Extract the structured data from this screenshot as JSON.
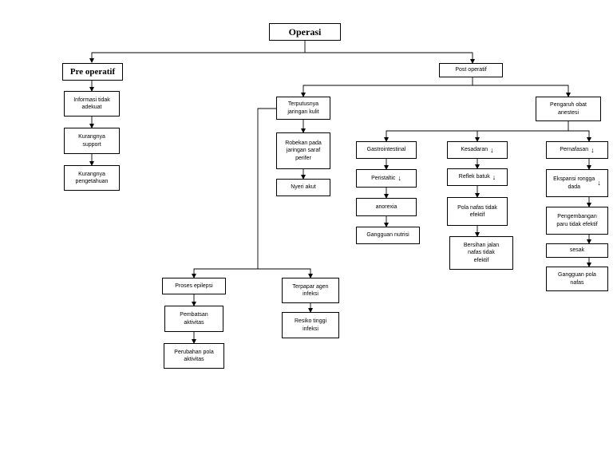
{
  "nodes": {
    "operasi": "Operasi",
    "pre_operatif": "Pre operatif",
    "post_operatif": "Post operatif",
    "informasi": "Informasi tidak\nadekuat",
    "kurangnya_support": "Kurangnya\nsupport",
    "kurangnya_pengetahuan": "Kurangnya\npengetahuan",
    "terputusnya": "Terputusnya\njaringan kulit",
    "robekan": "Robekan pada\njaringan saraf\nperifer",
    "nyeri_akut": "Nyeri akut",
    "proses_epilepsi": "Proses epilepsi",
    "pembatasan": "Pembatsan\naktivitas",
    "perubahan_pola": "Perubahan pola\naktivitas",
    "terpapar_agen": "Terpapar agen\ninfeksi",
    "resiko_infeksi": "Resiko tinggi\ninfeksi",
    "pengaruh_obat": "Pengaruh obat\nanestesi",
    "gastrointestinal": "Gastrointestinal",
    "peristaltic": "Peristaltic",
    "anorexia": "anorexia",
    "gangguan_nutrisi": "Gangguan nutrisi",
    "kesadaran": "Kesadaran",
    "reflek_batuk": "Reflek batuk",
    "pola_nafas": "Pola nafas tidak\nefektif",
    "bersihan_jalan": "Bersihan jalan\nnafas tidak\nefektif",
    "pernafasan": "Pernafasan",
    "ekspansi": "Ekspansi rongga\ndada",
    "pengembangan": "Pengembangan\nparu tidak efektif",
    "sesak": "sesak",
    "gangguan_pola_nafas": "Gangguan pola\nnafas"
  },
  "decrease_marker": "↓"
}
